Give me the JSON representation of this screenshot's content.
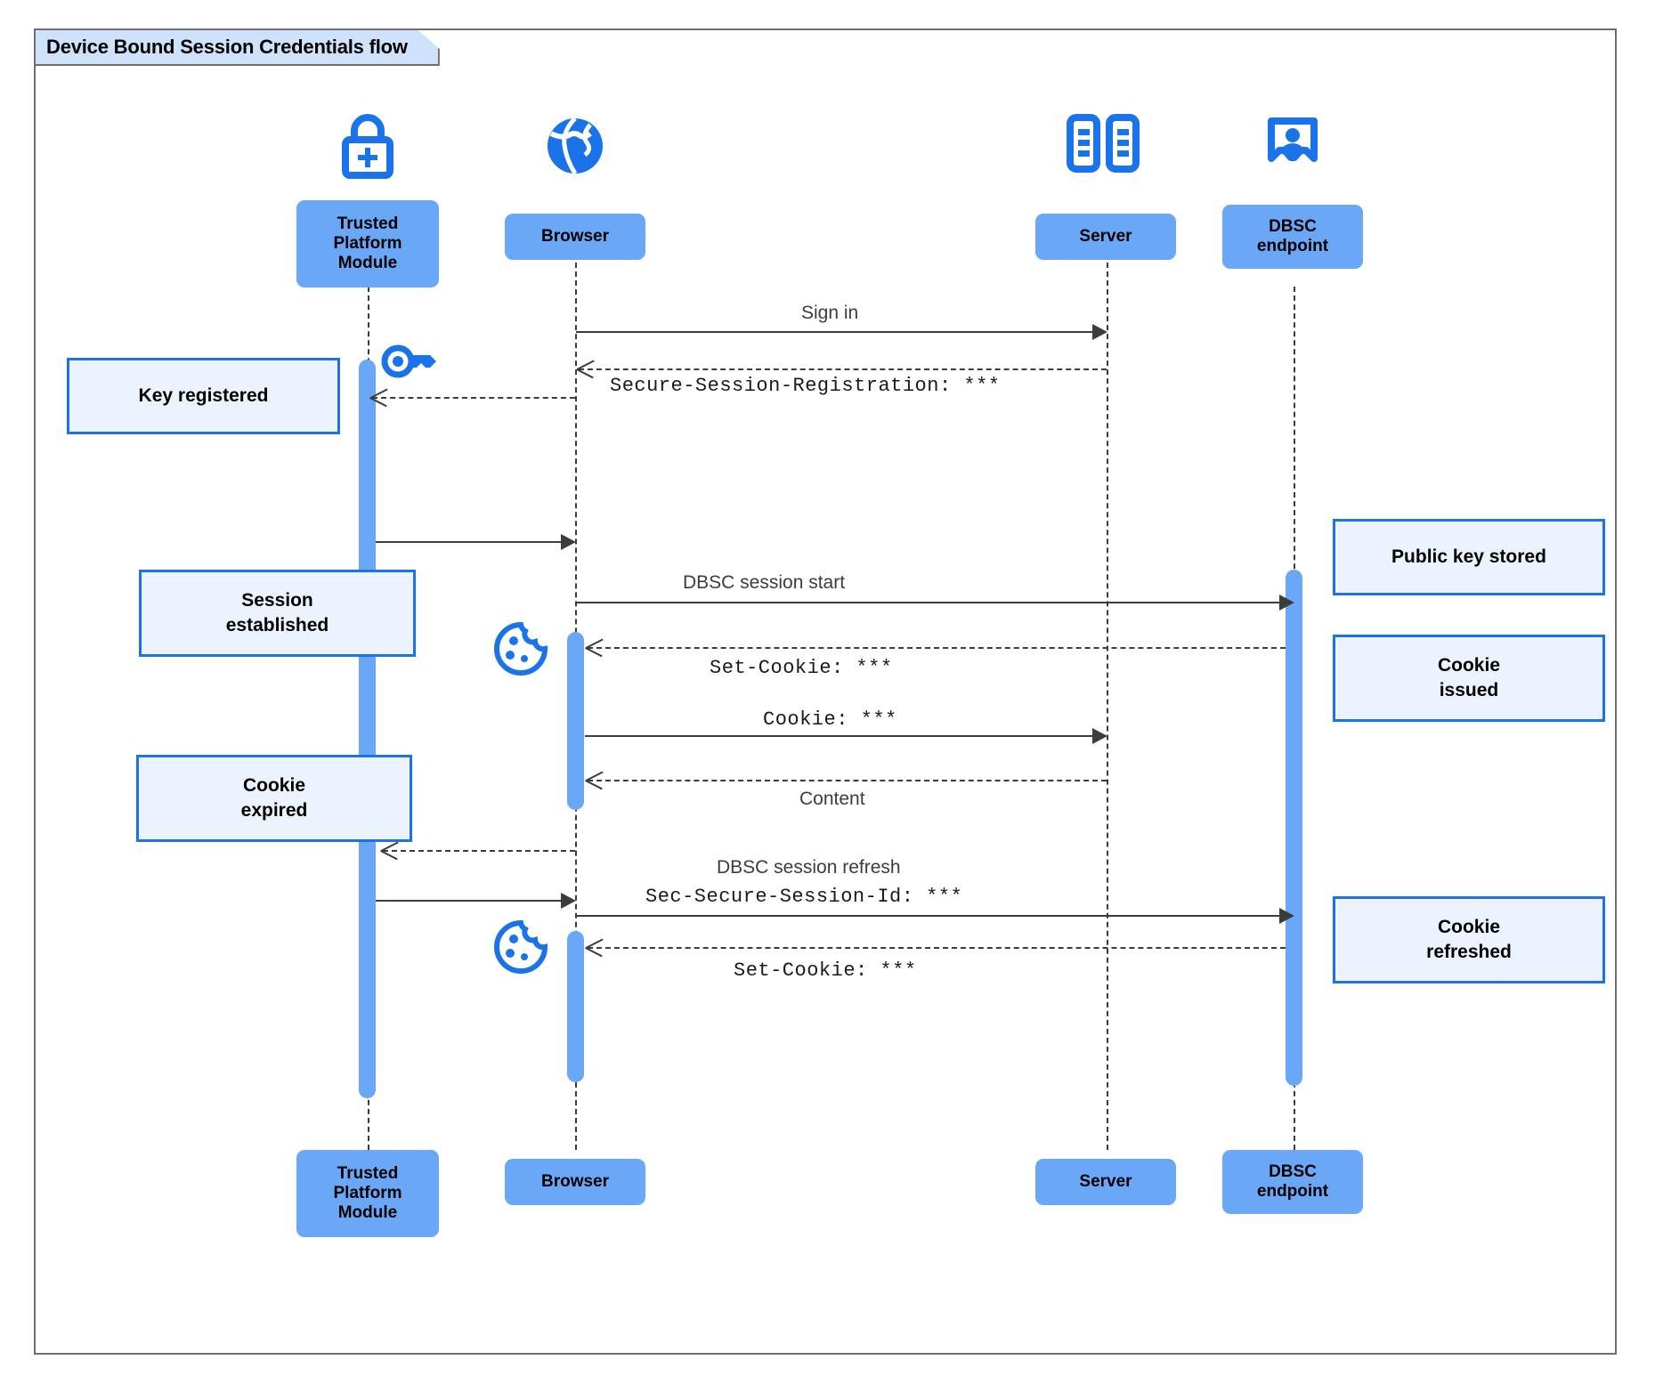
{
  "diagram": {
    "title": "Device Bound Session Credentials flow",
    "type": "uml-sequence-diagram",
    "colors": {
      "participant_fill": "#6aa8f7",
      "note_fill": "#ecf3fe",
      "note_border": "#1a73e8",
      "activation_fill": "#6aa8f7",
      "icon_blue": "#1a73e8",
      "line": "#3c3c3c",
      "frame_tab_fill": "#cfe2fb"
    },
    "participants": [
      {
        "id": "tpm",
        "label": "Trusted\nPlatform\nModule",
        "label_lines": [
          "Trusted",
          "Platform",
          "Module"
        ],
        "icon": "lock-plus-icon"
      },
      {
        "id": "browser",
        "label": "Browser",
        "label_lines": [
          "Browser"
        ],
        "icon": "globe-icon"
      },
      {
        "id": "server",
        "label": "Server",
        "label_lines": [
          "Server"
        ],
        "icon": "server-rack-icon"
      },
      {
        "id": "dbsc",
        "label": "DBSC\nendpoint",
        "label_lines": [
          "DBSC",
          "endpoint"
        ],
        "icon": "id-badge-icon"
      }
    ],
    "messages": [
      {
        "n": 1,
        "from": "browser",
        "to": "server",
        "label": "Sign in",
        "style": "solid",
        "font": "sans"
      },
      {
        "n": 2,
        "from": "server",
        "to": "browser",
        "label": "Secure-Session-Registration: ***",
        "style": "dashed",
        "font": "mono"
      },
      {
        "n": 3,
        "from": "browser",
        "to": "tpm",
        "label": "",
        "style": "dashed",
        "font": "mono"
      },
      {
        "n": 4,
        "from": "tpm",
        "to": "browser",
        "label": "",
        "style": "solid",
        "font": "sans"
      },
      {
        "n": 5,
        "from": "browser",
        "to": "dbsc",
        "label": "DBSC session start",
        "style": "solid",
        "font": "sans"
      },
      {
        "n": 6,
        "from": "dbsc",
        "to": "browser",
        "label": "Set-Cookie: ***",
        "style": "dashed",
        "font": "mono"
      },
      {
        "n": 7,
        "from": "browser",
        "to": "server",
        "label": "Cookie: ***",
        "style": "solid",
        "font": "mono"
      },
      {
        "n": 8,
        "from": "server",
        "to": "browser",
        "label": "Content",
        "style": "dashed",
        "font": "sans"
      },
      {
        "n": 9,
        "from": "browser",
        "to": "tpm",
        "label": "",
        "style": "dashed",
        "font": "mono"
      },
      {
        "n": 10,
        "from": "tpm",
        "to": "browser",
        "label": "",
        "style": "solid",
        "font": "sans"
      },
      {
        "n": 11,
        "from": "browser",
        "to": "dbsc",
        "label_line1": "DBSC session refresh",
        "label_line2": "Sec-Secure-Session-Id: ***",
        "style": "solid",
        "font": "mixed"
      },
      {
        "n": 12,
        "from": "dbsc",
        "to": "browser",
        "label": "Set-Cookie: ***",
        "style": "dashed",
        "font": "mono"
      }
    ],
    "notes": [
      {
        "id": "key-registered",
        "side": "left",
        "lines": [
          "Key registered"
        ]
      },
      {
        "id": "session-established",
        "side": "left",
        "lines": [
          "Session",
          "established"
        ]
      },
      {
        "id": "cookie-expired",
        "side": "left",
        "lines": [
          "Cookie",
          "expired"
        ]
      },
      {
        "id": "public-key-stored",
        "side": "right",
        "lines": [
          "Public key stored"
        ]
      },
      {
        "id": "cookie-issued",
        "side": "right",
        "lines": [
          "Cookie",
          "issued"
        ]
      },
      {
        "id": "cookie-refreshed",
        "side": "right",
        "lines": [
          "Cookie",
          "refreshed"
        ]
      }
    ],
    "inline_icons": [
      {
        "id": "key-icon",
        "name": "key-icon",
        "near": "tpm-lifeline"
      },
      {
        "id": "cookie-icon-1",
        "name": "cookie-icon",
        "near": "browser-lifeline"
      },
      {
        "id": "cookie-icon-2",
        "name": "cookie-icon",
        "near": "browser-lifeline"
      }
    ]
  }
}
